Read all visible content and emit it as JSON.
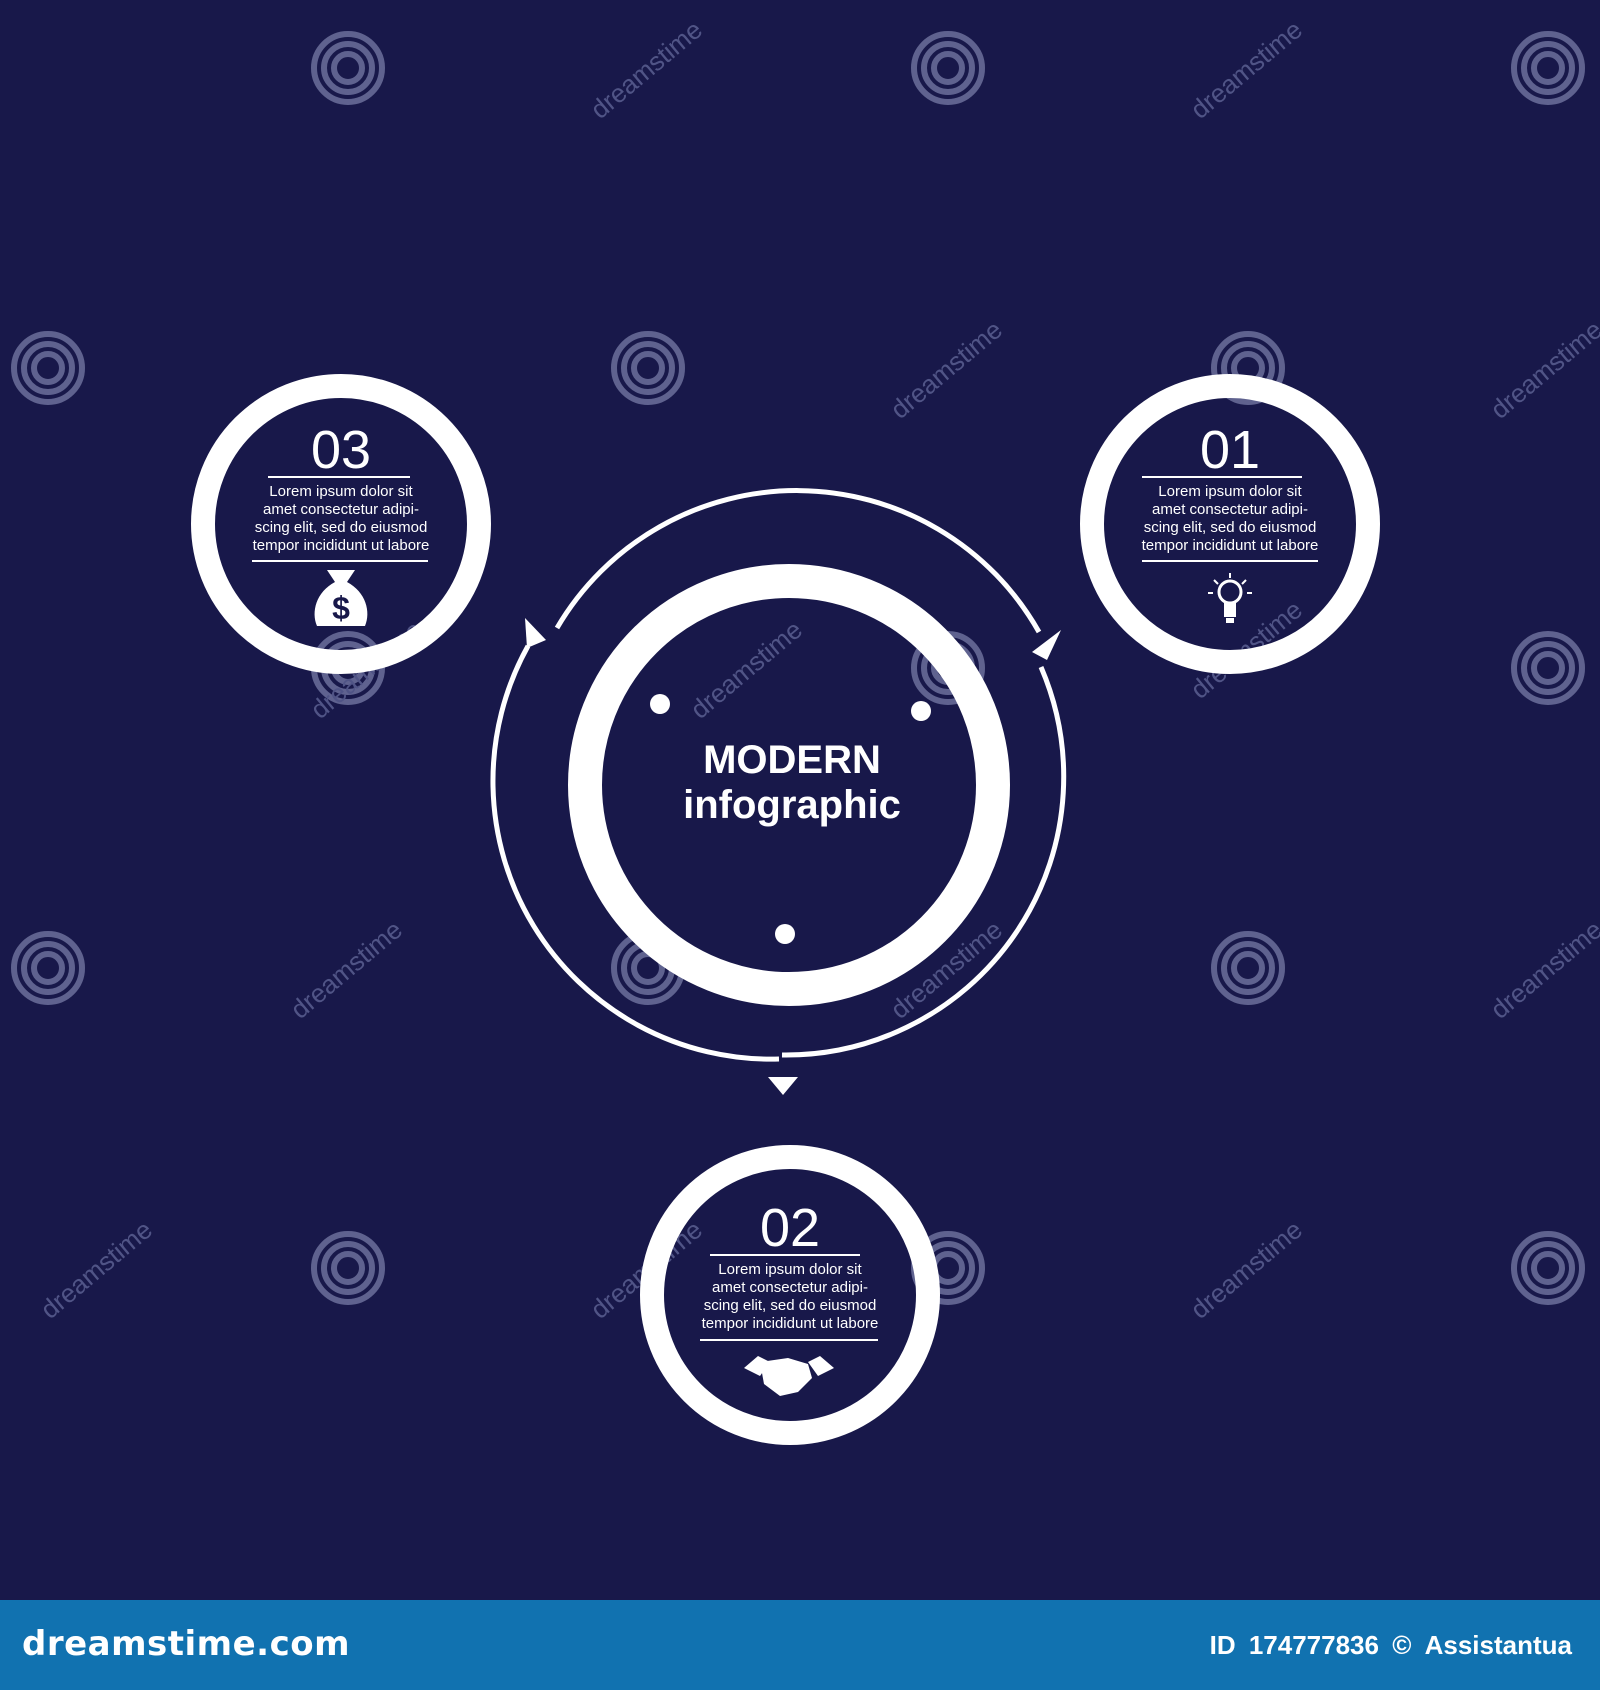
{
  "center": {
    "line1": "MODERN",
    "line2": "infographic"
  },
  "steps": [
    {
      "number": "01",
      "text_lines": [
        "Lorem ipsum dolor sit",
        "amet consectetur adipi-",
        "scing elit, sed do eiusmod",
        "tempor incididunt ut labore"
      ],
      "icon": "lightbulb-icon"
    },
    {
      "number": "02",
      "text_lines": [
        "Lorem ipsum dolor sit",
        "amet consectetur adipi-",
        "scing elit, sed do eiusmod",
        "tempor incididunt ut labore"
      ],
      "icon": "handshake-icon"
    },
    {
      "number": "03",
      "text_lines": [
        "Lorem ipsum dolor sit",
        "amet consectetur adipi-",
        "scing elit, sed do eiusmod",
        "tempor incididunt ut labore"
      ],
      "icon": "money-bag-icon"
    }
  ],
  "watermark": {
    "text": "dreamstime"
  },
  "footer": {
    "site": "dreamstime.com",
    "id_label": "ID",
    "id_value": "174777836",
    "copyright": "©",
    "author": "Assistantua"
  },
  "colors": {
    "background": "#18184a",
    "foreground": "#ffffff",
    "footer": "#1172b0"
  }
}
